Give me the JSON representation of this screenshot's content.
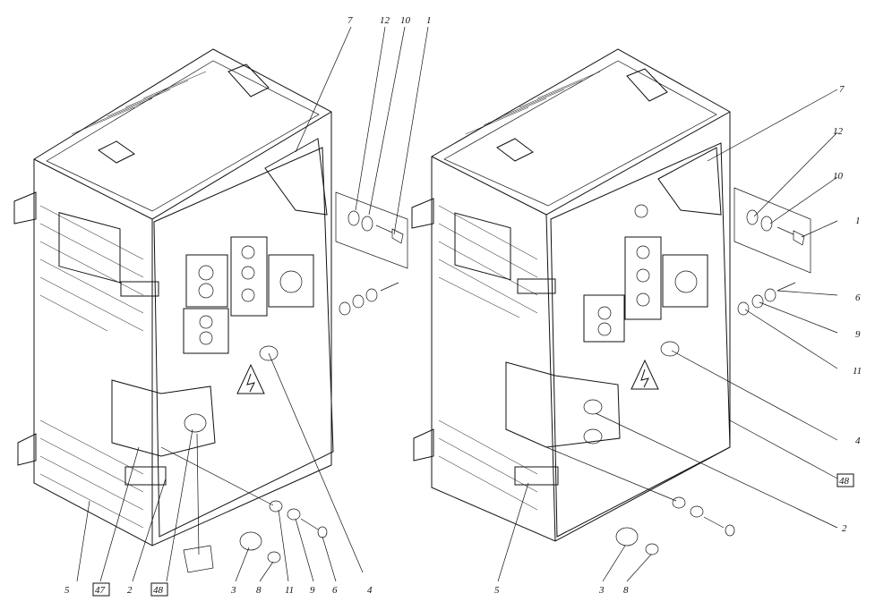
{
  "callouts": {
    "left": [
      {
        "id": "l-7",
        "text": "7"
      },
      {
        "id": "l-12",
        "text": "12"
      },
      {
        "id": "l-10",
        "text": "10"
      },
      {
        "id": "l-1",
        "text": "1"
      },
      {
        "id": "l-5",
        "text": "5"
      },
      {
        "id": "l-47",
        "text": "47",
        "boxed": true
      },
      {
        "id": "l-2",
        "text": "2"
      },
      {
        "id": "l-48",
        "text": "48",
        "boxed": true
      },
      {
        "id": "l-3",
        "text": "3"
      },
      {
        "id": "l-8",
        "text": "8"
      },
      {
        "id": "l-11",
        "text": "11"
      },
      {
        "id": "l-9",
        "text": "9"
      },
      {
        "id": "l-6",
        "text": "6"
      },
      {
        "id": "l-4",
        "text": "4"
      }
    ],
    "right": [
      {
        "id": "r-7",
        "text": "7"
      },
      {
        "id": "r-12",
        "text": "12"
      },
      {
        "id": "r-10",
        "text": "10"
      },
      {
        "id": "r-1",
        "text": "1"
      },
      {
        "id": "r-6",
        "text": "6"
      },
      {
        "id": "r-9",
        "text": "9"
      },
      {
        "id": "r-11",
        "text": "11"
      },
      {
        "id": "r-4",
        "text": "4"
      },
      {
        "id": "r-48",
        "text": "48",
        "boxed": true
      },
      {
        "id": "r-2",
        "text": "2"
      },
      {
        "id": "r-5",
        "text": "5"
      },
      {
        "id": "r-3",
        "text": "3"
      },
      {
        "id": "r-8",
        "text": "8"
      }
    ]
  },
  "icons": {
    "warning": "high-voltage-warning-icon"
  }
}
